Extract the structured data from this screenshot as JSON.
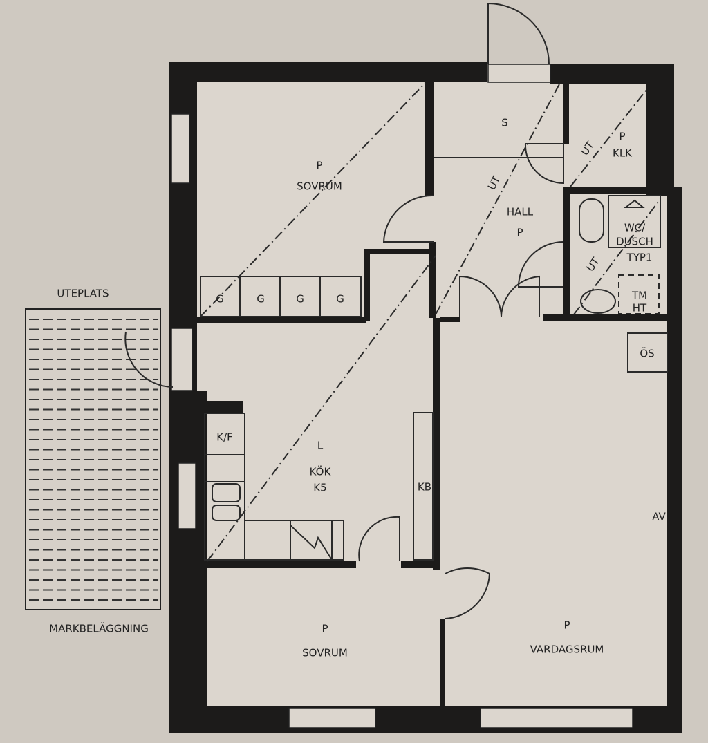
{
  "colors": {
    "paper": "#cfc9c1",
    "floor": "#dcd6ce",
    "wall": "#1c1b1a",
    "ink": "#222222"
  },
  "rooms": {
    "bedroom_top": {
      "code": "P",
      "name": "SOVRUM"
    },
    "storage": {
      "code": "S"
    },
    "closet": {
      "code": "P",
      "name": "KLK"
    },
    "hall": {
      "name": "HALL",
      "code": "P"
    },
    "bathroom": {
      "line1": "WC/",
      "line2": "DUSCH",
      "type": "TYP1",
      "appliance_1": "TM",
      "appliance_2": "HT"
    },
    "wardrobes": [
      "G",
      "G",
      "G",
      "G"
    ],
    "kitchen": {
      "code": "L",
      "name": "KÖK",
      "sub": "K5",
      "fridge": "K/F",
      "cabinet": "KB"
    },
    "living": {
      "code": "P",
      "name": "VARDAGSRUM",
      "av": "AV",
      "os": "ÖS"
    },
    "bedroom_bottom": {
      "code": "P",
      "name": "SOVRUM"
    },
    "patio": {
      "title": "UTEPLATS",
      "surface": "MARKBELÄGGNING"
    },
    "ut_labels": [
      "UT",
      "UT",
      "UT"
    ]
  }
}
